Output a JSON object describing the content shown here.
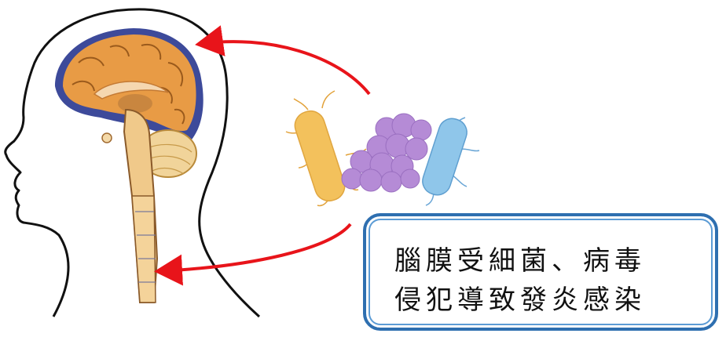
{
  "callout": {
    "line1": "腦膜受細菌、病毒",
    "line2": "侵犯導致發炎感染"
  },
  "colors": {
    "arrow": "#e8141a",
    "callout_border": "#2e6fb0",
    "brain": "#e89b45",
    "meninges": "#3d4a9a",
    "bacteria_yellow": "#f3c15c",
    "virus_purple": "#b58bd6",
    "bacteria_blue": "#8fc6ea"
  },
  "icons": [
    "head-silhouette",
    "brain-cross-section",
    "spinal-cord",
    "bacteria-cluster",
    "arrow"
  ]
}
